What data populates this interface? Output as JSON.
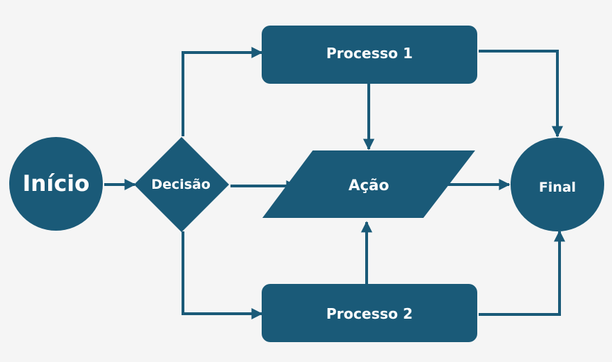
{
  "colors": {
    "node_fill": "#1a5a78",
    "edge": "#1a5a78",
    "text": "#ffffff",
    "background": "#f5f5f5"
  },
  "nodes": {
    "start": {
      "label": "Início",
      "shape": "circle"
    },
    "decision": {
      "label": "Decisão",
      "shape": "diamond"
    },
    "process1": {
      "label": "Processo 1",
      "shape": "rounded-rectangle"
    },
    "process2": {
      "label": "Processo 2",
      "shape": "rounded-rectangle"
    },
    "action": {
      "label": "Ação",
      "shape": "parallelogram"
    },
    "end": {
      "label": "Final",
      "shape": "circle"
    }
  },
  "edges": [
    {
      "from": "start",
      "to": "decision"
    },
    {
      "from": "decision",
      "to": "process1"
    },
    {
      "from": "decision",
      "to": "action"
    },
    {
      "from": "decision",
      "to": "process2"
    },
    {
      "from": "process1",
      "to": "action"
    },
    {
      "from": "process1",
      "to": "end"
    },
    {
      "from": "process2",
      "to": "action"
    },
    {
      "from": "process2",
      "to": "end"
    },
    {
      "from": "action",
      "to": "end"
    }
  ]
}
